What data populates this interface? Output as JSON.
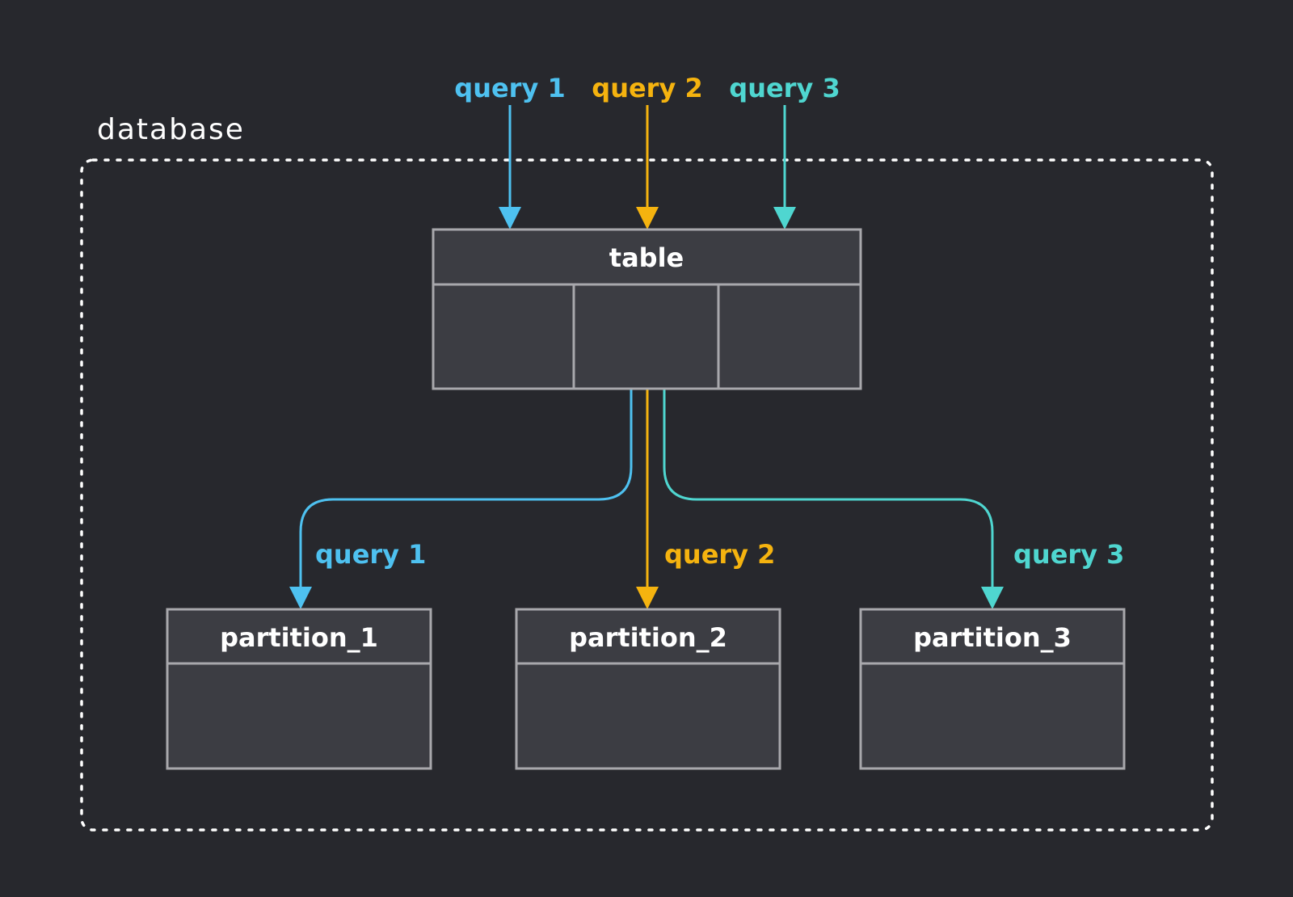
{
  "container": {
    "label": "database"
  },
  "table": {
    "label": "table",
    "cells": 3
  },
  "partitions": [
    {
      "label": "partition_1"
    },
    {
      "label": "partition_2"
    },
    {
      "label": "partition_3"
    }
  ],
  "queries": [
    {
      "label": "query 1",
      "color": "#4ec1f0"
    },
    {
      "label": "query 2",
      "color": "#f5b30f"
    },
    {
      "label": "query 3",
      "color": "#4fd6d0"
    }
  ],
  "colors": {
    "background": "#27282d",
    "box_fill": "#3c3d43",
    "box_stroke": "#a8a8ac",
    "text": "#ffffff",
    "container_border": "#ffffff"
  }
}
